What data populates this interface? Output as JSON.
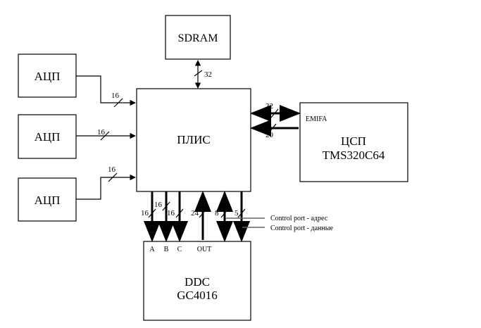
{
  "blocks": {
    "sdram": "SDRAM",
    "adc": [
      "АЦП",
      "АЦП",
      "АЦП"
    ],
    "fpga": "ПЛИС",
    "dsp": {
      "interface": "EMIFA",
      "line1": "ЦСП",
      "line2": "TMS320C64"
    },
    "ddc": {
      "line1": "DDC",
      "line2": "GC4016"
    }
  },
  "bus_widths": {
    "sdram": "32",
    "adc": [
      "16",
      "16",
      "16"
    ],
    "dsp_out": "32",
    "dsp_in": "20",
    "ddc": [
      "16",
      "16",
      "16",
      "24",
      "8",
      "5"
    ]
  },
  "ddc_ports": [
    "A",
    "B",
    "C",
    "OUT"
  ],
  "control_lines": [
    "Control port - адрес",
    "Control port - данные"
  ]
}
